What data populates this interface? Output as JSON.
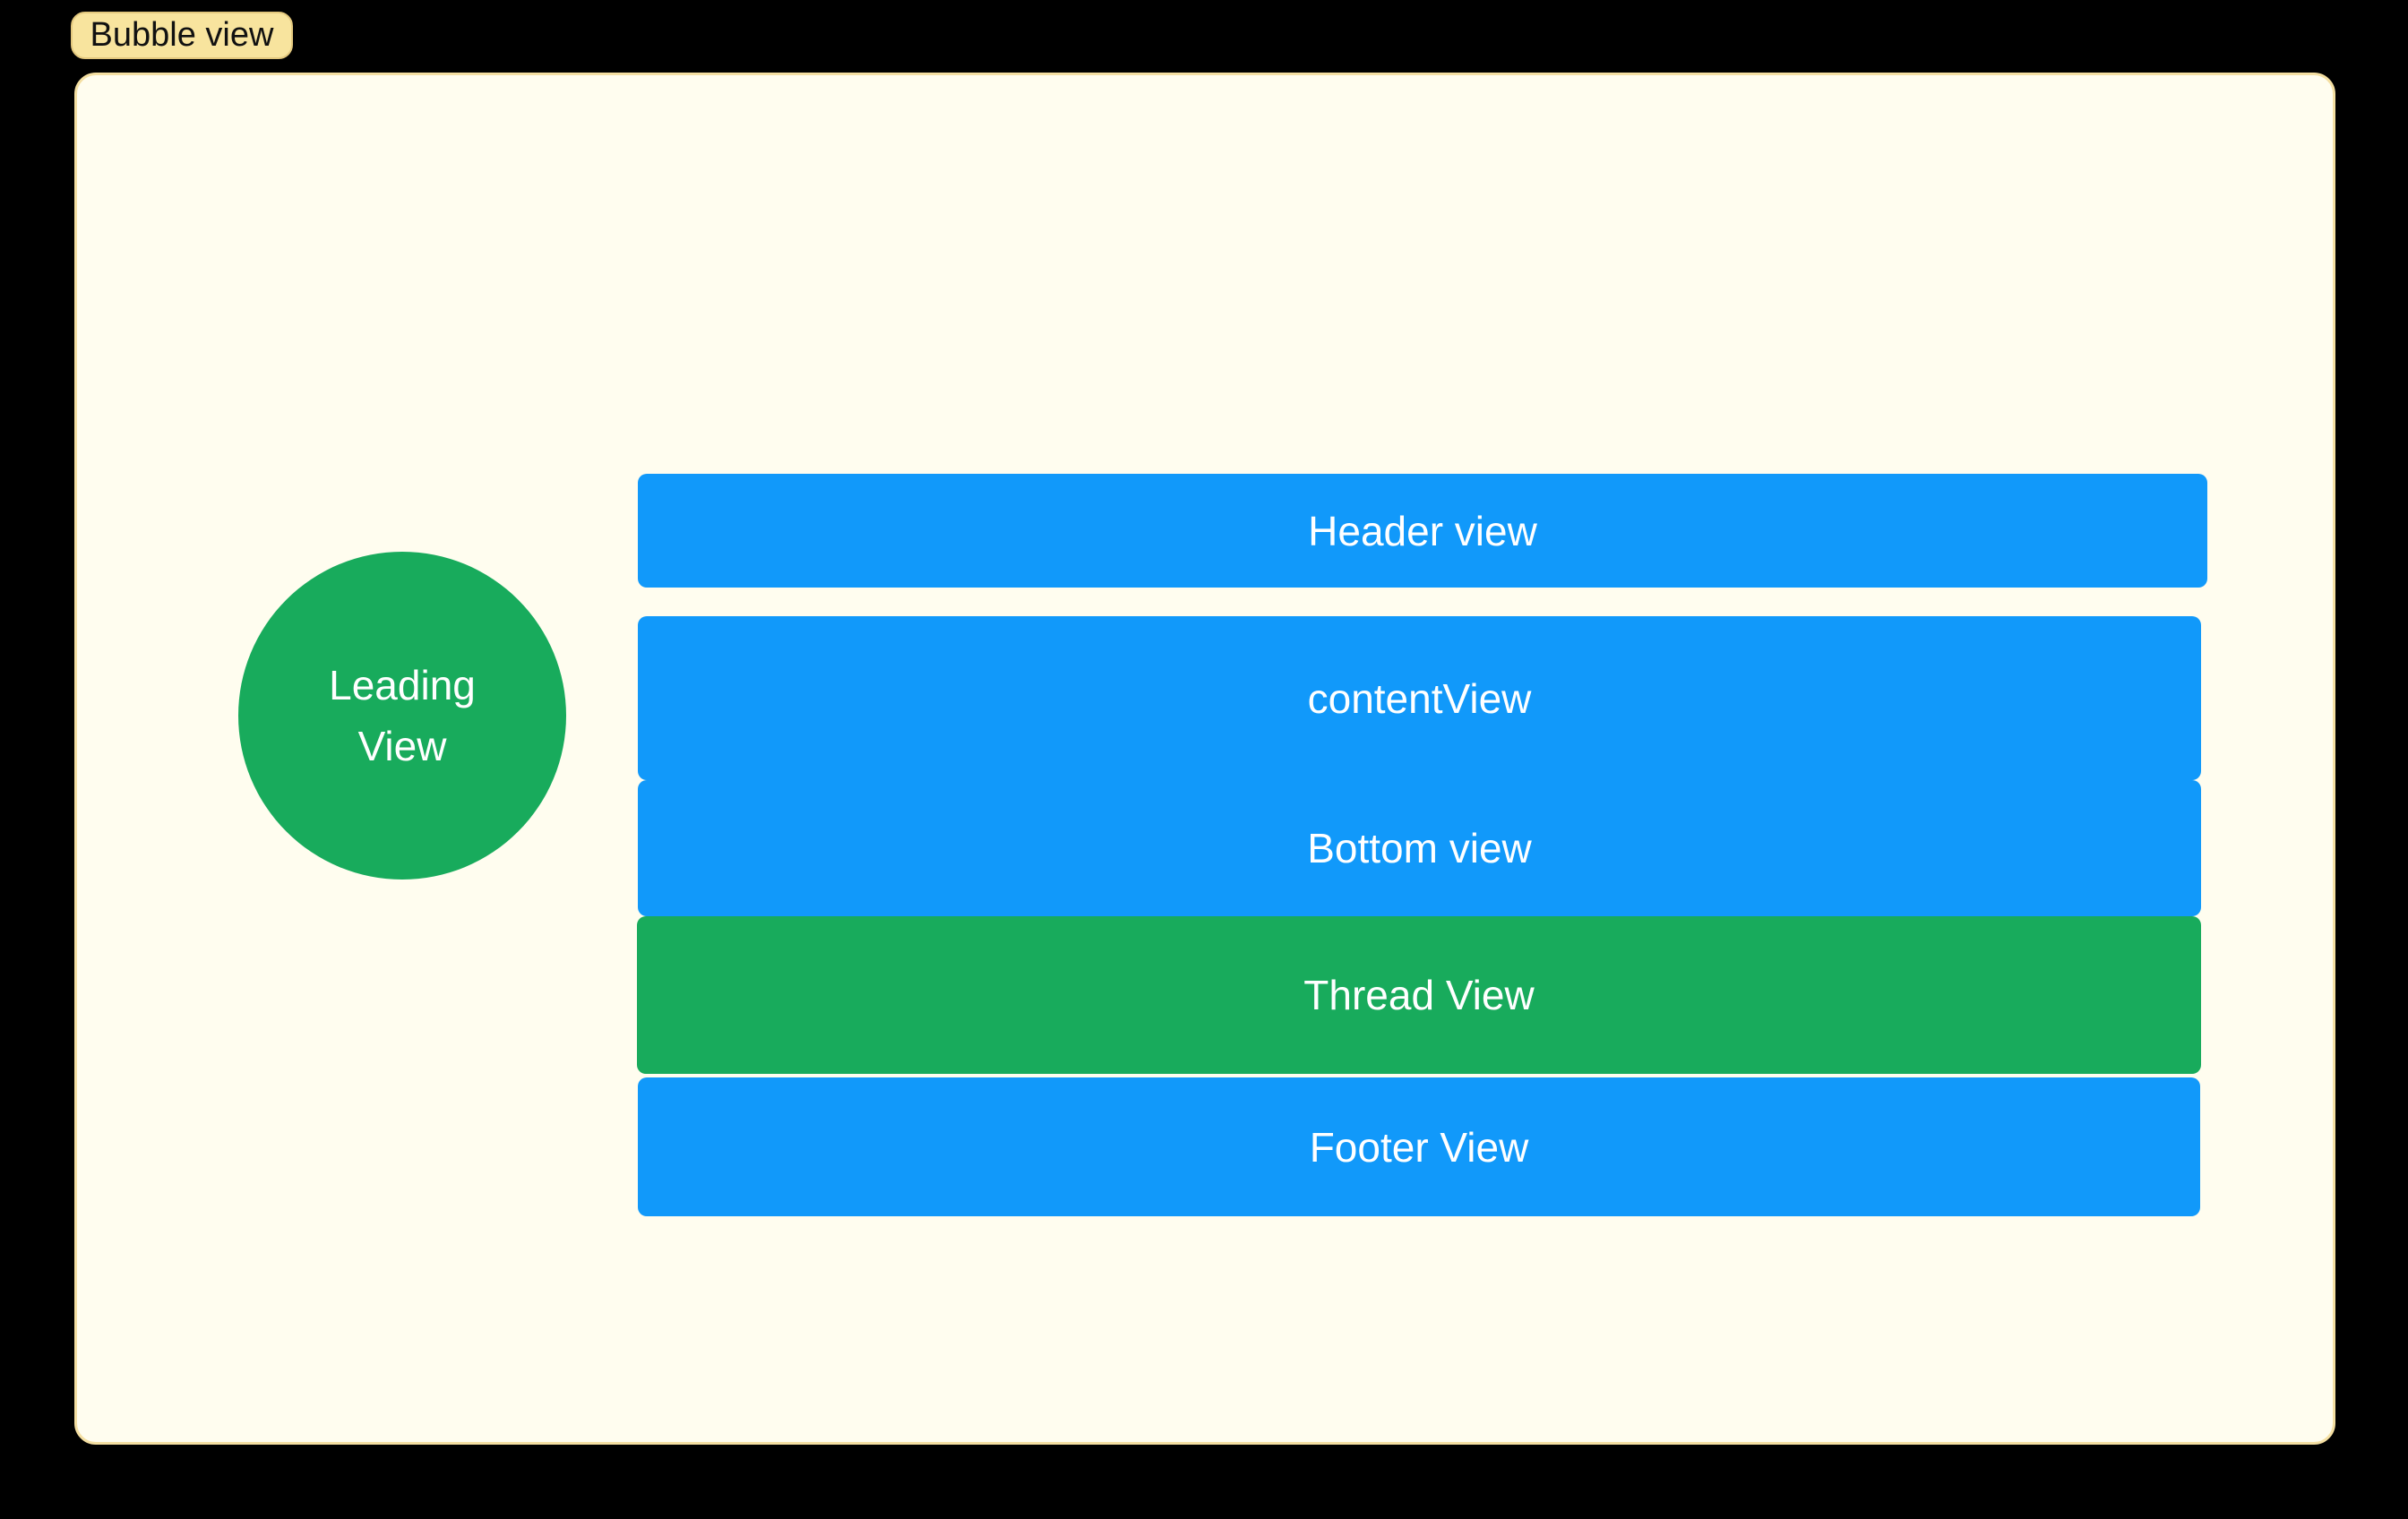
{
  "tag": {
    "label": "Bubble view"
  },
  "leading_view": {
    "line1": "Leading",
    "line2": "View"
  },
  "bars": {
    "header": {
      "label": "Header view"
    },
    "content": {
      "label": "contentView"
    },
    "bottom": {
      "label": "Bottom view"
    },
    "thread": {
      "label": "Thread View"
    },
    "footer": {
      "label": "Footer View"
    }
  },
  "colors": {
    "page_bg": "#000000",
    "canvas_bg": "#fffdef",
    "canvas_border": "#f4dfa2",
    "tag_bg": "#f8e49e",
    "tag_border": "#e3c87e",
    "tag_text": "#111111",
    "blue": "#1199fa",
    "green": "#18ab5c",
    "bar_text": "#ffffff"
  }
}
